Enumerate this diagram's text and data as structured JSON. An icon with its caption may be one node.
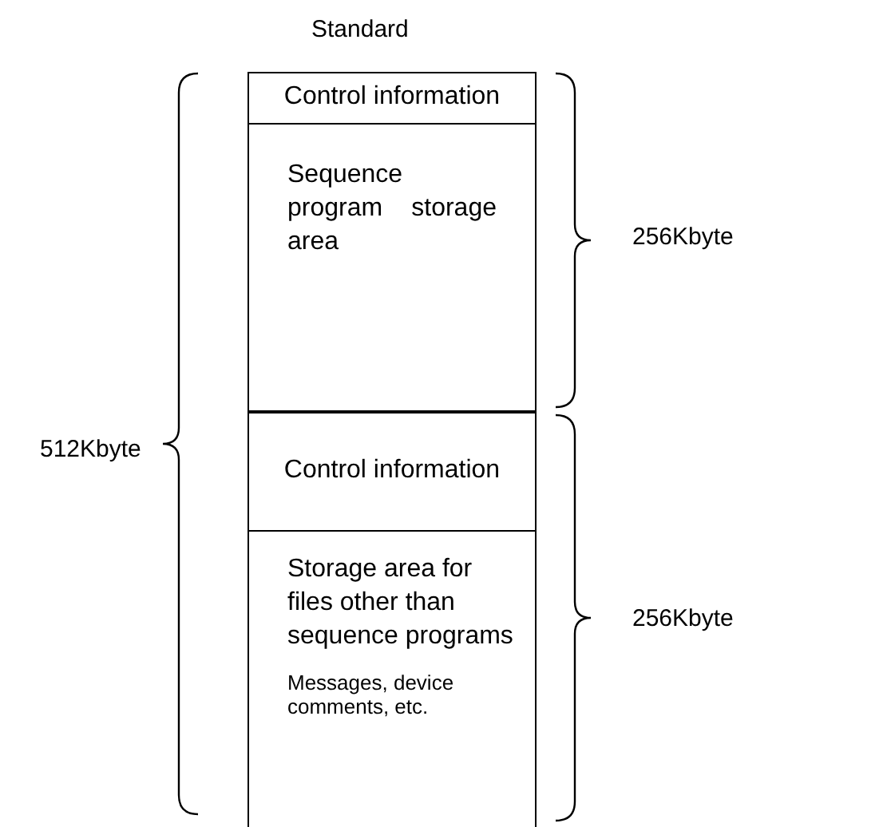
{
  "diagram": {
    "title": "Standard",
    "nodes": [
      {
        "text": [
          "Control information"
        ]
      },
      {
        "text": [
          "Sequence program storage area"
        ]
      },
      {
        "text": [
          "Control information"
        ]
      },
      {
        "text": [
          "Storage area for files other than sequence programs",
          "Messages, device comments, etc."
        ]
      }
    ],
    "labels": [
      "256Kbyte",
      "512Kbyte",
      "256Kbyte"
    ]
  }
}
